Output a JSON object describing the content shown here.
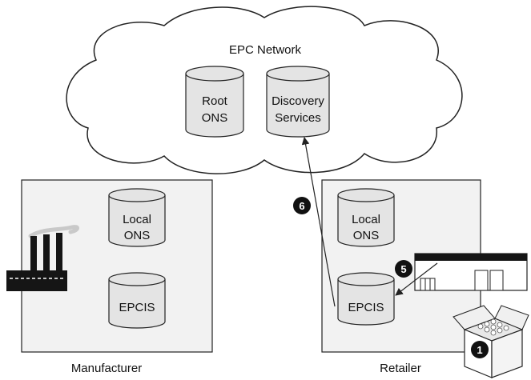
{
  "cloud": {
    "title": "EPC Network"
  },
  "databases": {
    "root_ons": [
      "Root",
      "ONS"
    ],
    "discovery_services": [
      "Discovery",
      "Services"
    ],
    "manufacturer_local_ons": [
      "Local",
      "ONS"
    ],
    "manufacturer_epcis": [
      "EPCIS"
    ],
    "retailer_local_ons": [
      "Local",
      "ONS"
    ],
    "retailer_epcis": [
      "EPCIS"
    ]
  },
  "boxes": {
    "manufacturer": "Manufacturer",
    "retailer": "Retailer"
  },
  "steps": {
    "step1": "1",
    "step5": "5",
    "step6": "6"
  },
  "colors": {
    "panel_fill": "#f2f2f2",
    "cylinder_fill": "#e4e4e4",
    "outline": "#222222",
    "marker": "#111111"
  }
}
